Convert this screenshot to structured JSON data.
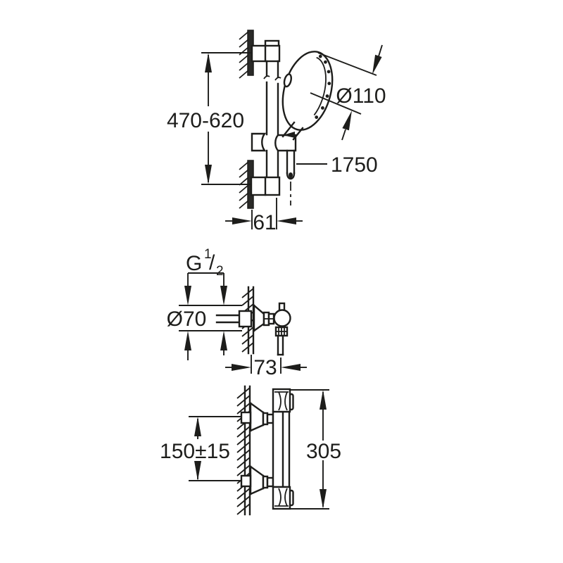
{
  "background_color": "#ffffff",
  "line_color": "#1d1d1b",
  "views": {
    "shower_rail": {
      "dims": {
        "rail_height": "470-620",
        "head_diameter": "Ø110",
        "hose_length": "1750",
        "wall_offset": "61"
      }
    },
    "wall_union": {
      "thread": {
        "letter": "G",
        "numerator": "1",
        "slash": "/",
        "denominator": "2"
      },
      "dims": {
        "escutcheon_diameter": "Ø70",
        "projection": "73"
      }
    },
    "thermostat": {
      "dims": {
        "connection_distance": "150±15",
        "body_length": "305"
      }
    }
  }
}
